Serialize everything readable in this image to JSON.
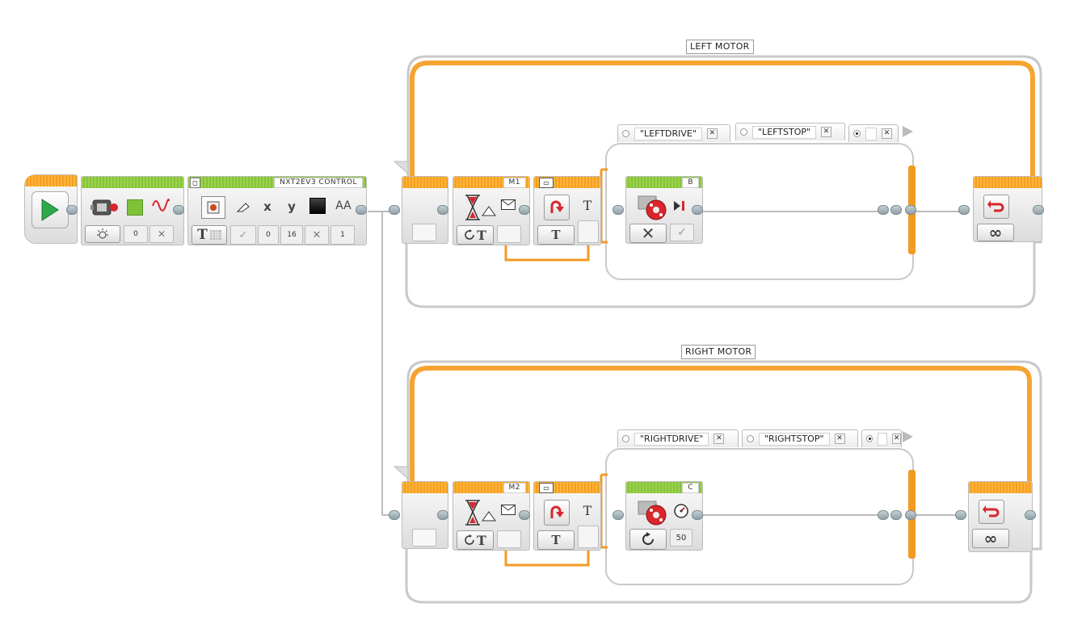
{
  "app": {
    "start_block": {
      "icon": "play-icon"
    },
    "brick_light": {
      "icon": "brick-status-light-icon",
      "color_icon": "color-swatch-icon",
      "pulse_icon": "pulse-wave-icon",
      "value_color": "0",
      "value_pulse": "✕"
    },
    "display_block": {
      "label": "NXT2EV3 CONTROL",
      "mode_icon": "text-grid-icon",
      "clear_value": "✓",
      "x_label": "x",
      "y_label": "y",
      "aa_label": "AA",
      "x_value": "0",
      "y_value": "16",
      "color_value": "✕",
      "font_value": "1"
    },
    "left_loop": {
      "label": "LEFT MOTOR",
      "wait_label": "M1",
      "switch_cases": [
        "\"LEFTDRIVE\"",
        "\"LEFTSTOP\""
      ],
      "motor_port": "B",
      "infinity": "∞",
      "text_t": "T"
    },
    "right_loop": {
      "label": "RIGHT MOTOR",
      "wait_label": "M2",
      "switch_cases": [
        "\"RIGHTDRIVE\"",
        "\"RIGHTSTOP\""
      ],
      "motor_port": "C",
      "motor_power": "50",
      "infinity": "∞",
      "text_t": "T"
    },
    "colors": {
      "green_strip": "#86c23a",
      "orange_strip": "#f3a020",
      "wire_orange": "#f39a23",
      "loop_gray": "#c8c8c8",
      "red_accent": "#d9262c"
    }
  }
}
